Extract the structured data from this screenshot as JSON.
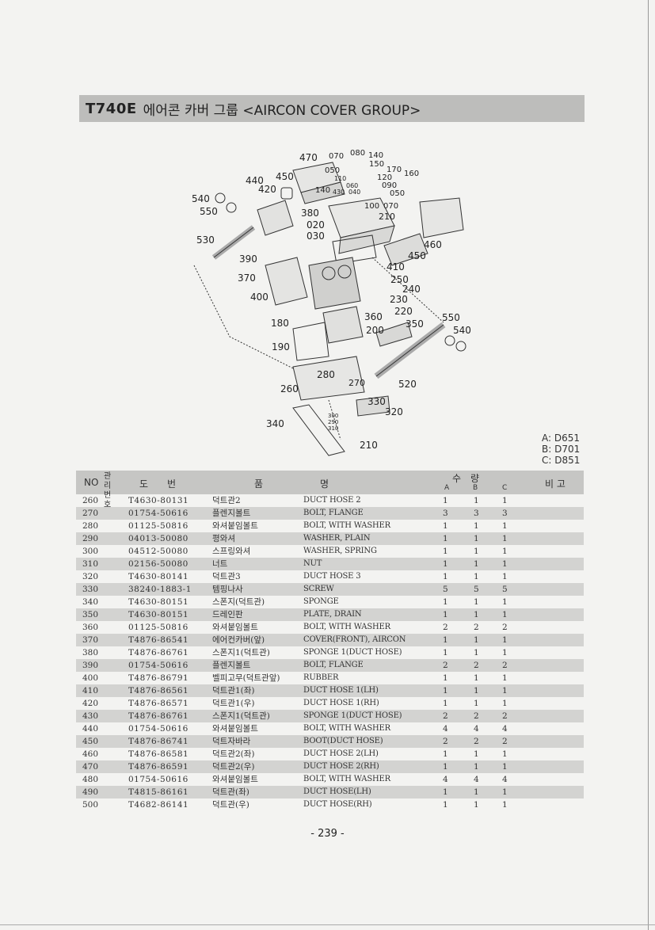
{
  "header": {
    "model": "T740E",
    "title": "에어콘 카버 그룹 <AIRCON COVER GROUP>"
  },
  "diagram": {
    "labels": [
      "470",
      "070",
      "080",
      "140",
      "050",
      "150",
      "170",
      "160",
      "110",
      "120",
      "060",
      "090",
      "440",
      "450",
      "420",
      "140",
      "430",
      "040",
      "050",
      "540",
      "100",
      "070",
      "550",
      "380",
      "210",
      "020",
      "030",
      "530",
      "460",
      "450",
      "410",
      "390",
      "370",
      "250",
      "240",
      "400",
      "230",
      "220",
      "360",
      "550",
      "180",
      "200",
      "350",
      "540",
      "190",
      "280",
      "520",
      "270",
      "260",
      "330",
      "320",
      "340",
      "300",
      "290",
      "310",
      "210"
    ]
  },
  "legend": [
    "A: D651",
    "B: D701",
    "C: D851"
  ],
  "table": {
    "headers": {
      "no": "NO",
      "mgmt": "관리번호",
      "drawing": "도　　번",
      "item": "품　　　　　　명",
      "qty": "수　량",
      "a": "A",
      "b": "B",
      "c": "C",
      "remark": "비 고"
    },
    "rows": [
      {
        "no": "260",
        "part": "T4630-80131",
        "kr": "덕트관2",
        "en": "DUCT HOSE 2",
        "a": "1",
        "b": "1",
        "c": "1"
      },
      {
        "no": "270",
        "part": "01754-50616",
        "kr": "플렌지볼트",
        "en": "BOLT, FLANGE",
        "a": "3",
        "b": "3",
        "c": "3"
      },
      {
        "no": "280",
        "part": "01125-50816",
        "kr": "와셔붙임볼트",
        "en": "BOLT, WITH WASHER",
        "a": "1",
        "b": "1",
        "c": "1"
      },
      {
        "no": "290",
        "part": "04013-50080",
        "kr": "평와셔",
        "en": "WASHER, PLAIN",
        "a": "1",
        "b": "1",
        "c": "1"
      },
      {
        "no": "300",
        "part": "04512-50080",
        "kr": "스프링와셔",
        "en": "WASHER, SPRING",
        "a": "1",
        "b": "1",
        "c": "1"
      },
      {
        "no": "310",
        "part": "02156-50080",
        "kr": "너트",
        "en": "NUT",
        "a": "1",
        "b": "1",
        "c": "1"
      },
      {
        "no": "320",
        "part": "T4630-80141",
        "kr": "덕트관3",
        "en": "DUCT HOSE 3",
        "a": "1",
        "b": "1",
        "c": "1"
      },
      {
        "no": "330",
        "part": "38240-1883-1",
        "kr": "템핑나사",
        "en": "SCREW",
        "a": "5",
        "b": "5",
        "c": "5"
      },
      {
        "no": "340",
        "part": "T4630-80151",
        "kr": "스폰지(덕트관)",
        "en": "SPONGE",
        "a": "1",
        "b": "1",
        "c": "1"
      },
      {
        "no": "350",
        "part": "T4630-80151",
        "kr": "드레인판",
        "en": "PLATE, DRAIN",
        "a": "1",
        "b": "1",
        "c": "1"
      },
      {
        "no": "360",
        "part": "01125-50816",
        "kr": "와셔붙임볼트",
        "en": "BOLT, WITH WASHER",
        "a": "2",
        "b": "2",
        "c": "2"
      },
      {
        "no": "370",
        "part": "T4876-86541",
        "kr": "에어컨카버(앞)",
        "en": "COVER(FRONT), AIRCON",
        "a": "1",
        "b": "1",
        "c": "1"
      },
      {
        "no": "380",
        "part": "T4876-86761",
        "kr": "스폰지1(덕트관)",
        "en": "SPONGE 1(DUCT HOSE)",
        "a": "1",
        "b": "1",
        "c": "1"
      },
      {
        "no": "390",
        "part": "01754-50616",
        "kr": "플렌지볼트",
        "en": "BOLT, FLANGE",
        "a": "2",
        "b": "2",
        "c": "2"
      },
      {
        "no": "400",
        "part": "T4876-86791",
        "kr": "벨피고무(덕트관앞)",
        "en": "RUBBER",
        "a": "1",
        "b": "1",
        "c": "1"
      },
      {
        "no": "410",
        "part": "T4876-86561",
        "kr": "덕트관1(좌)",
        "en": "DUCT HOSE 1(LH)",
        "a": "1",
        "b": "1",
        "c": "1"
      },
      {
        "no": "420",
        "part": "T4876-86571",
        "kr": "덕트관1(우)",
        "en": "DUCT HOSE 1(RH)",
        "a": "1",
        "b": "1",
        "c": "1"
      },
      {
        "no": "430",
        "part": "T4876-86761",
        "kr": "스폰지1(덕트관)",
        "en": "SPONGE 1(DUCT HOSE)",
        "a": "2",
        "b": "2",
        "c": "2"
      },
      {
        "no": "440",
        "part": "01754-50616",
        "kr": "와셔붙임볼트",
        "en": "BOLT, WITH WASHER",
        "a": "4",
        "b": "4",
        "c": "4"
      },
      {
        "no": "450",
        "part": "T4876-86741",
        "kr": "덕트자바라",
        "en": "BOOT(DUCT HOSE)",
        "a": "2",
        "b": "2",
        "c": "2"
      },
      {
        "no": "460",
        "part": "T4876-86581",
        "kr": "덕트관2(좌)",
        "en": "DUCT HOSE 2(LH)",
        "a": "1",
        "b": "1",
        "c": "1"
      },
      {
        "no": "470",
        "part": "T4876-86591",
        "kr": "덕트관2(우)",
        "en": "DUCT HOSE 2(RH)",
        "a": "1",
        "b": "1",
        "c": "1"
      },
      {
        "no": "480",
        "part": "01754-50616",
        "kr": "와셔붙임볼트",
        "en": "BOLT, WITH WASHER",
        "a": "4",
        "b": "4",
        "c": "4"
      },
      {
        "no": "490",
        "part": "T4815-86161",
        "kr": "덕트관(좌)",
        "en": "DUCT HOSE(LH)",
        "a": "1",
        "b": "1",
        "c": "1"
      },
      {
        "no": "500",
        "part": "T4682-86141",
        "kr": "덕트관(우)",
        "en": "DUCT HOSE(RH)",
        "a": "1",
        "b": "1",
        "c": "1"
      }
    ]
  },
  "footer": {
    "page": "- 239 -"
  }
}
